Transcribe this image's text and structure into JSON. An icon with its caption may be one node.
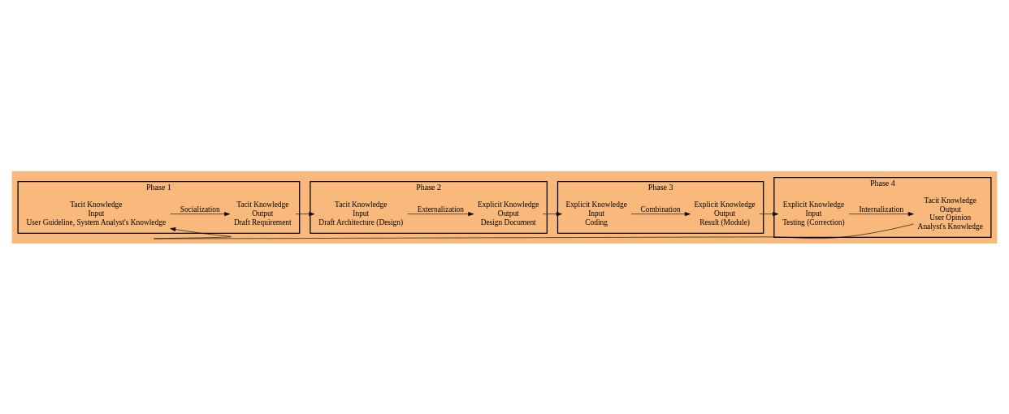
{
  "diagram": {
    "nodes": [
      {
        "text": [
          "Phase 1"
        ]
      },
      {
        "text": [
          "Tacit Knowledge",
          "Input",
          "User Guideline, System Analyst's Knowledge"
        ],
        "in": 0
      },
      {
        "text": [
          "Tacit Knowledge",
          "Output",
          "Draft Requirement"
        ],
        "in": 0
      },
      {
        "text": [
          "Phase 2"
        ]
      },
      {
        "text": [
          "Tacit Knowledge",
          "Input",
          "Draft Architecture (Design)"
        ],
        "in": 3
      },
      {
        "text": [
          "Explicit Knowledge",
          "Output",
          "Design Document"
        ],
        "in": 3
      },
      {
        "text": [
          "Phase 4"
        ]
      },
      {
        "text": [
          "Tacit Knowledge",
          "Output",
          "User Opinion",
          "Analyst's Knowledge"
        ],
        "in": 6
      },
      {
        "text": [
          "Explicit Knowledge",
          "Input",
          "Testing (Correction)"
        ],
        "in": 6
      },
      {
        "text": [
          "Phase 3"
        ]
      },
      {
        "text": [
          "Explicit Knowledge",
          "Output",
          "Result (Module)"
        ],
        "in": 9
      },
      {
        "text": [
          "Explicit Knowledge",
          "Input",
          "Coding"
        ],
        "in": 9
      }
    ],
    "edges": [
      {
        "from": 1,
        "to": 2,
        "arrow": "to",
        "label": "Socialization"
      },
      {
        "from": 2,
        "to": 4,
        "arrow": "to"
      },
      {
        "from": 4,
        "to": 5,
        "arrow": "to",
        "label": "Externalization"
      },
      {
        "from": 5,
        "to": 11,
        "arrow": "to"
      },
      {
        "from": 11,
        "to": 10,
        "arrow": "to",
        "label": "Combination"
      },
      {
        "from": 10,
        "to": 8,
        "arrow": "to"
      },
      {
        "from": 8,
        "to": 7,
        "arrow": "to",
        "label": "Internalization"
      },
      {
        "from": 7,
        "to": 1,
        "arrow": "to"
      }
    ]
  }
}
